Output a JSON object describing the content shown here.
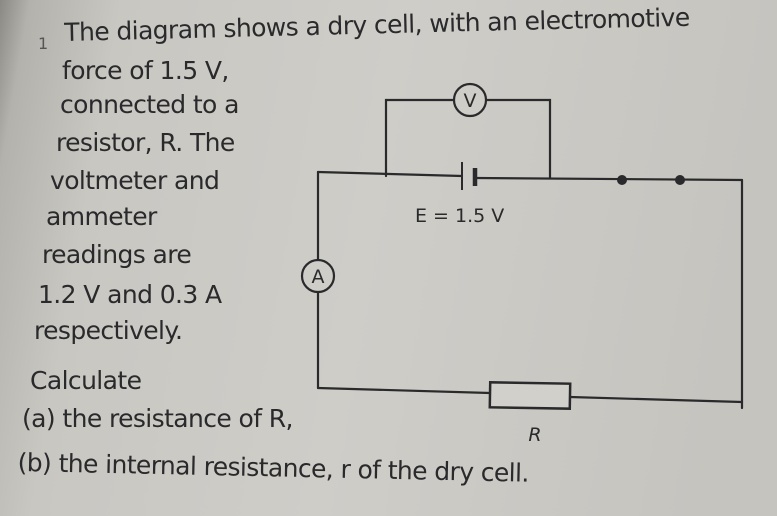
{
  "question": {
    "number": "1",
    "lines": [
      "The diagram shows a dry cell, with an electromotive",
      "force of 1.5 V,",
      "connected to a",
      "resistor, R. The",
      "voltmeter and",
      "ammeter",
      "readings are",
      "1.2 V and 0.3 A",
      "respectively.",
      "Calculate"
    ],
    "parts": [
      {
        "label": "(a)",
        "text": "the resistance of R,"
      },
      {
        "label": "(b)",
        "text": "the internal resistance, r of the dry cell."
      }
    ]
  },
  "diagram": {
    "voltmeter_symbol": "V",
    "ammeter_symbol": "A",
    "emf_label": "E = 1.5 V",
    "resistor_label": "R"
  }
}
